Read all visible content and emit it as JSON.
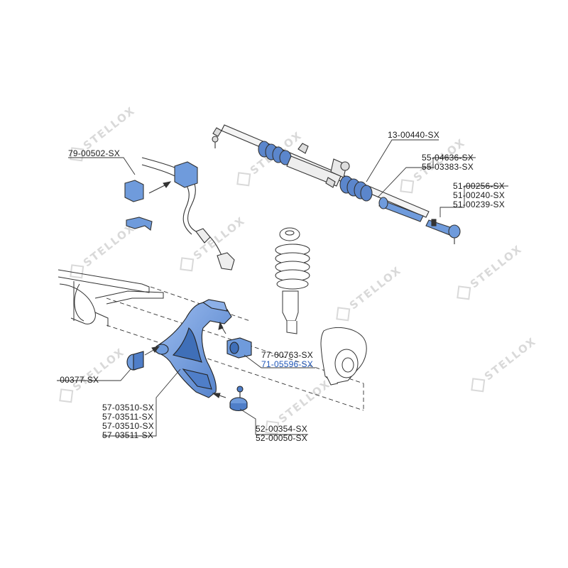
{
  "watermark": {
    "text": "STELLOX"
  },
  "labels": {
    "stabilizer_bushing": "79-00502-SX",
    "steering_rack": "13-00440-SX",
    "rack_boot_a": "55-04636-SX",
    "rack_boot_b": "55-03383-SX",
    "tie_rod_end_a": "51-00256-SX",
    "tie_rod_end_b": "51-00240-SX",
    "tie_rod_end_c": "51-00239-SX",
    "arm_bushing_rear_a": "77-00763-SX",
    "arm_bushing_rear_b": "71-05596-SX",
    "arm_bushing_front": "-00377-SX",
    "control_arm_a": "57-03510-SX",
    "control_arm_b": "57-03511-SX",
    "control_arm_c": "57-03510-SX",
    "control_arm_d": "57-03511-SX",
    "ball_joint_a": "52-00354-SX",
    "ball_joint_b": "52-00050-SX"
  },
  "colors": {
    "highlight": "#6f9bdc",
    "highlight_dark": "#3f6fb8",
    "line": "#333333",
    "label_blue": "#1f56b8"
  }
}
